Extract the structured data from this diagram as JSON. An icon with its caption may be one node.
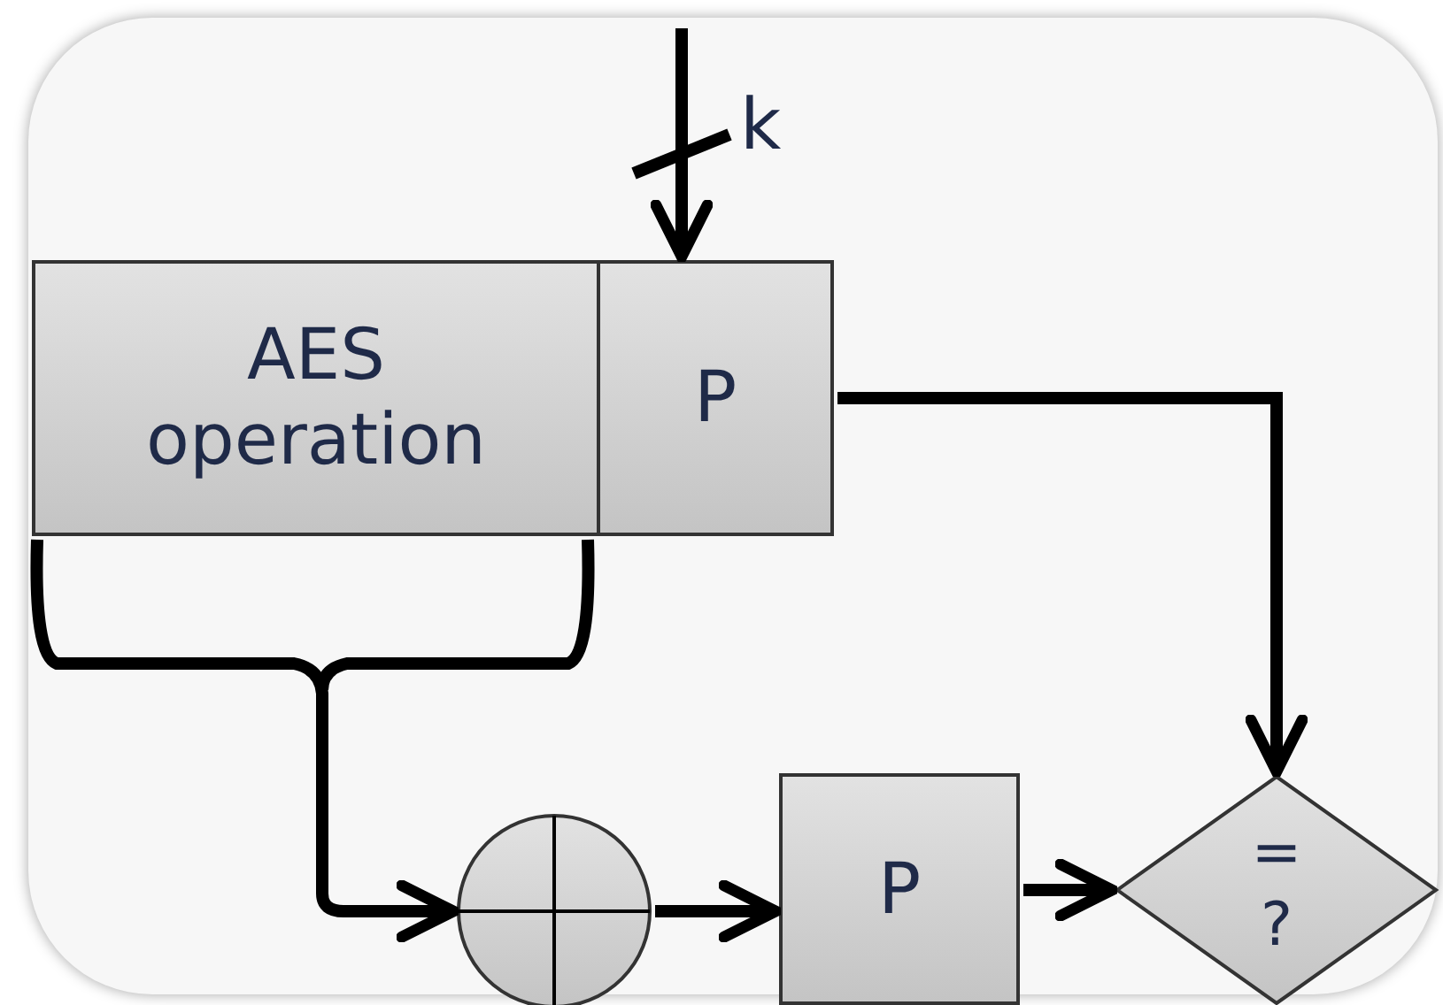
{
  "diagram": {
    "nodes": [
      {
        "text": [
          "AES operation"
        ]
      },
      {
        "text": [
          "P"
        ]
      },
      {
        "text": [],
        "shape": "circle"
      },
      {
        "text": [
          "P"
        ]
      },
      {
        "text": [
          "=",
          "?"
        ]
      }
    ],
    "edges": [
      {
        "from": null,
        "to": 1,
        "arrow": "to",
        "label": "k"
      },
      {
        "from": 1,
        "to": 4,
        "arrow": "to"
      },
      {
        "from": 0,
        "to": 2,
        "arrow": "to"
      },
      {
        "from": 2,
        "to": 3,
        "arrow": "to"
      },
      {
        "from": 3,
        "to": 4,
        "arrow": "to"
      }
    ]
  }
}
